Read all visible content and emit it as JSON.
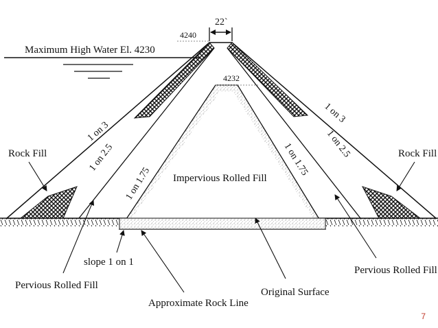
{
  "labels": {
    "crest_width": "22`",
    "crest_elevation": "4240",
    "water_level": "Maximum High Water El. 4230",
    "core_top_elevation": "4232",
    "upstream_outer_slope": "1 on 3",
    "upstream_inner_slope": "1 on 2.5",
    "upstream_core_slope": "1 on 1.75",
    "downstream_outer_slope": "1 on 3",
    "downstream_inner_slope": "1 on 2.5",
    "downstream_core_slope": "1 on 1.75",
    "rock_fill_left": "Rock Fill",
    "rock_fill_right": "Rock Fill",
    "core": "Impervious Rolled Fill",
    "pervious_left": "Pervious Rolled Fill",
    "pervious_right": "Pervious Rolled Fill",
    "cutoff_slope": "slope 1 on 1",
    "rock_line": "Approximate Rock Line",
    "original_surface": "Original Surface"
  },
  "page_number": "7",
  "colors": {
    "line": "#111111",
    "rock_fill": "#1a1a1a",
    "core_stipple": "#9a9a9a",
    "page_number": "#c0392b"
  }
}
